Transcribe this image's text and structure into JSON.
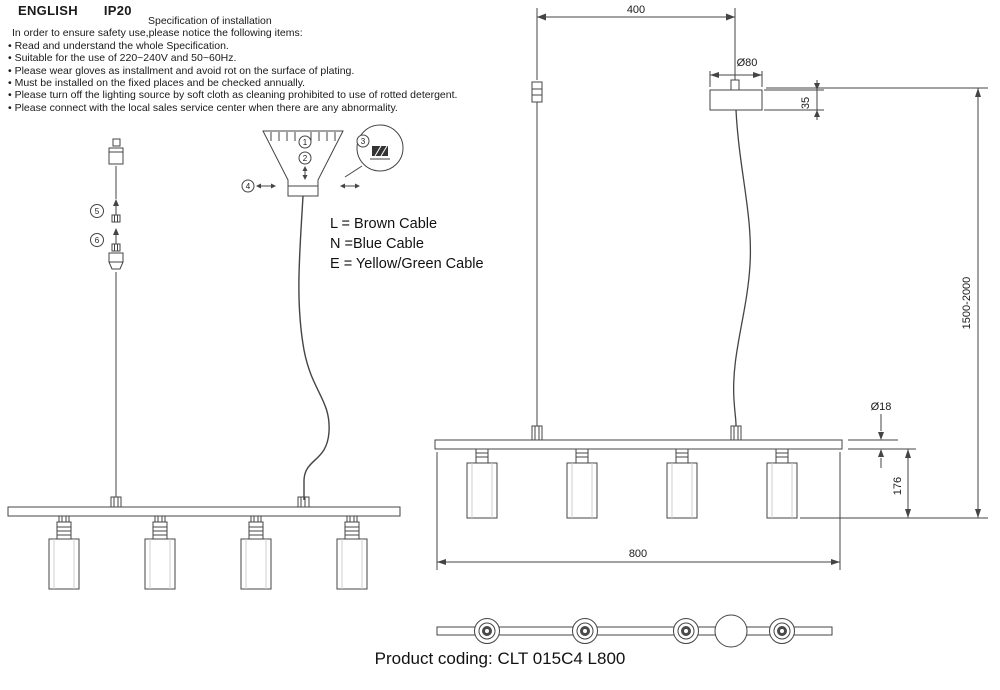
{
  "header": {
    "language": "ENGLISH",
    "ip_rating": "IP20"
  },
  "spec": {
    "title": "Specification of installation",
    "intro": "In order to ensure safety use,please notice the following items:",
    "items": [
      "• Read and understand the whole Specification.",
      "• Suitable for the use of 220~240V and 50~60Hz.",
      "• Please wear gloves as installment and avoid rot on the surface of plating.",
      "• Must be installed on the fixed places and be checked annually.",
      "• Please turn off the lighting source by soft cloth as cleaning prohibited to use of rotted detergent.",
      "• Please connect with the local sales service center when there are any abnormality."
    ]
  },
  "cable_legend": {
    "line": "L = Brown Cable",
    "neutral": "N =Blue Cable",
    "earth": "E = Yellow/Green Cable"
  },
  "callouts": [
    "1",
    "2",
    "3",
    "4",
    "5",
    "6"
  ],
  "dimensions": {
    "top_width": "400",
    "canopy_diameter": "Ø80",
    "canopy_height": "35",
    "suspension_range": "1500-2000",
    "tube_diameter": "Ø18",
    "fixture_height": "176",
    "fixture_length": "800"
  },
  "footer": {
    "product_coding": "Product coding: CLT 015C4 L800"
  }
}
